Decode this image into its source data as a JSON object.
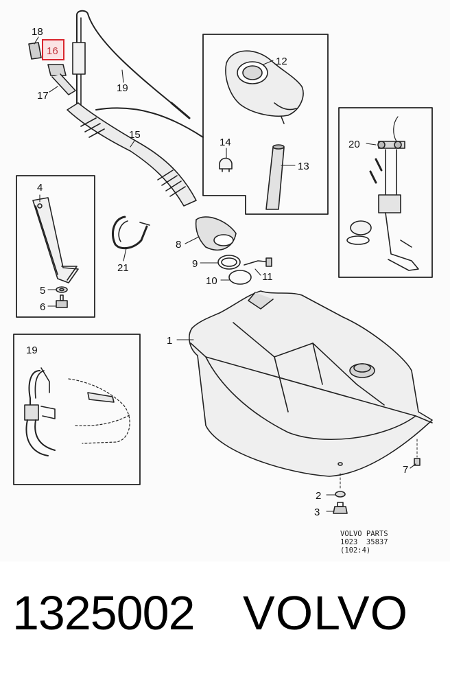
{
  "diagram": {
    "callouts": {
      "c1": "1",
      "c2": "2",
      "c3": "3",
      "c4": "4",
      "c5": "5",
      "c6": "6",
      "c7": "7",
      "c8": "8",
      "c9": "9",
      "c10": "10",
      "c11": "11",
      "c12": "12",
      "c13": "13",
      "c14": "14",
      "c15": "15",
      "c16": "16",
      "c17": "17",
      "c18": "18",
      "c19": "19",
      "c20": "20",
      "c21": "21",
      "inset19": "19"
    },
    "highlight_color": "#d9262e",
    "highlight_fill": "#fbe3e4",
    "footer": {
      "line1": "VOLVO PARTS",
      "line2": "1023  35837",
      "line3": "(102:4)"
    }
  },
  "caption": {
    "part_number": "1325002",
    "brand": "VOLVO"
  }
}
